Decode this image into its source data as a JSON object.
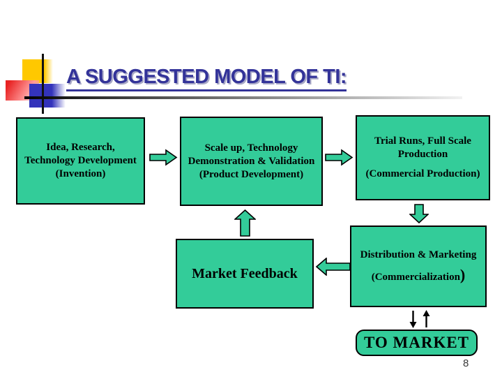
{
  "title": "A SUGGESTED MODEL OF TI:",
  "page_number": "8",
  "colors": {
    "box_fill": "#33CC99",
    "title_color": "#333399",
    "accent_yellow": "#FFC800",
    "accent_red": "#E82222",
    "accent_blue": "#3333BB"
  },
  "icons": {
    "flow": [
      "arrow-right",
      "arrow-right",
      "arrow-up",
      "arrow-down",
      "arrow-left",
      "thin-arrow-down",
      "thin-arrow-up"
    ]
  },
  "boxes": {
    "invention": {
      "lines": [
        "Idea, Research,",
        "Technology Development",
        "(Invention)"
      ]
    },
    "scaleup": {
      "lines": [
        "Scale up, Technology",
        "Demonstration & Validation",
        "(Product Development)"
      ]
    },
    "trialruns": {
      "lines": [
        "Trial Runs, Full Scale",
        "Production"
      ],
      "subtitle": "(Commercial Production)"
    },
    "feedback": {
      "label": "Market Feedback"
    },
    "distribution": {
      "line1": "Distribution & Marketing",
      "line2_text": "(Commercialization",
      "line2_paren": ")"
    },
    "tomarket": {
      "label": "TO MARKET"
    }
  }
}
